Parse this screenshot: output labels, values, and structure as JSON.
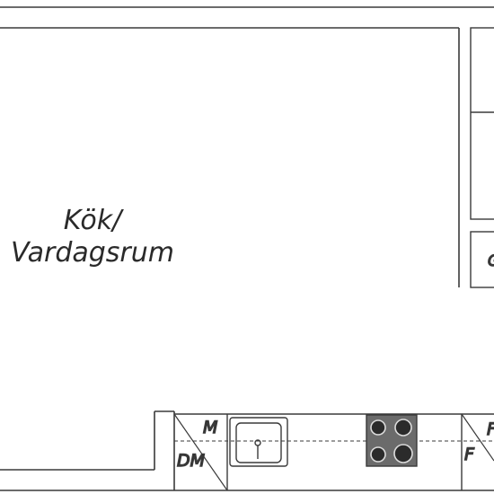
{
  "room": {
    "label_line1": "Kök/",
    "label_line2": "Vardagsrum"
  },
  "kitchen": {
    "microwave_label": "M",
    "dishwasher_label": "DM",
    "fridge_label": "F",
    "freezer_partial_label": "F",
    "closet_partial_label": "G"
  },
  "colors": {
    "wall": "#3a3a3a",
    "stove": "#6b6b6b",
    "burner": "#2b2b2b"
  }
}
